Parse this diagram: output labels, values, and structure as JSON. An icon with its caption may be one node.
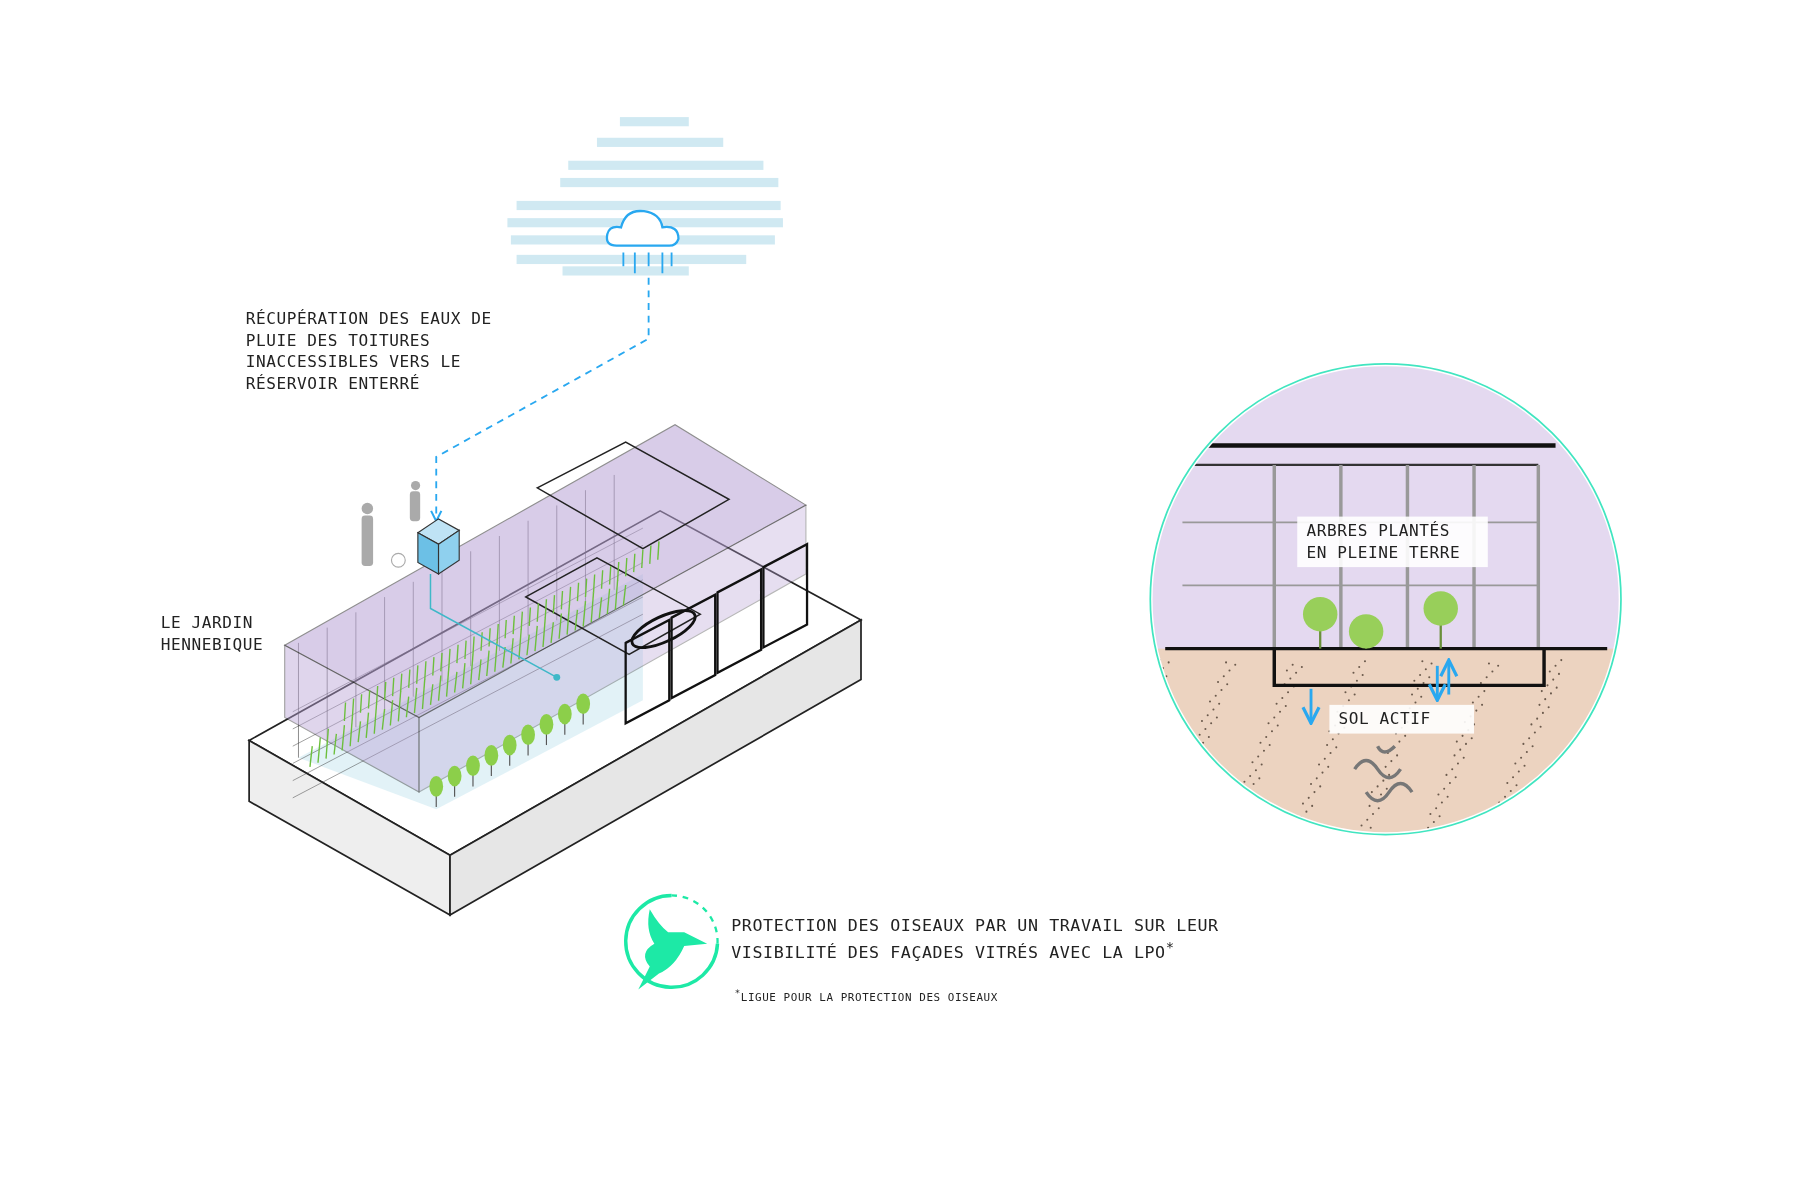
{
  "diagram": {
    "nodes": [
      {
        "text": [],
        "shape": "cloud"
      },
      {
        "text": [],
        "shape": "cube"
      }
    ],
    "edges": [
      {
        "from": 0,
        "to": 1,
        "arrow": "to",
        "style": "dashed",
        "color": "#29a8f0"
      }
    ],
    "labels": [
      "RÉCUPÉRATION DES EAUX DE PLUIE DES TOITURES INACCESSIBLES VERS LE RÉSERVOIR ENTERRÉ",
      "LE JARDIN HENNEBIQUE",
      "ARBRES PLANTÉS EN PLEINE TERRE",
      "SOL ACTIF",
      "PROTECTION DES OISEAUX PAR UN TRAVAIL SUR LEUR VISIBILITÉ DES FAÇADES VITRÉS AVEC LA LPO$^{*}$",
      "$^{*}$LIGUE POUR LA PROTECTION DES OISEAUX"
    ]
  }
}
